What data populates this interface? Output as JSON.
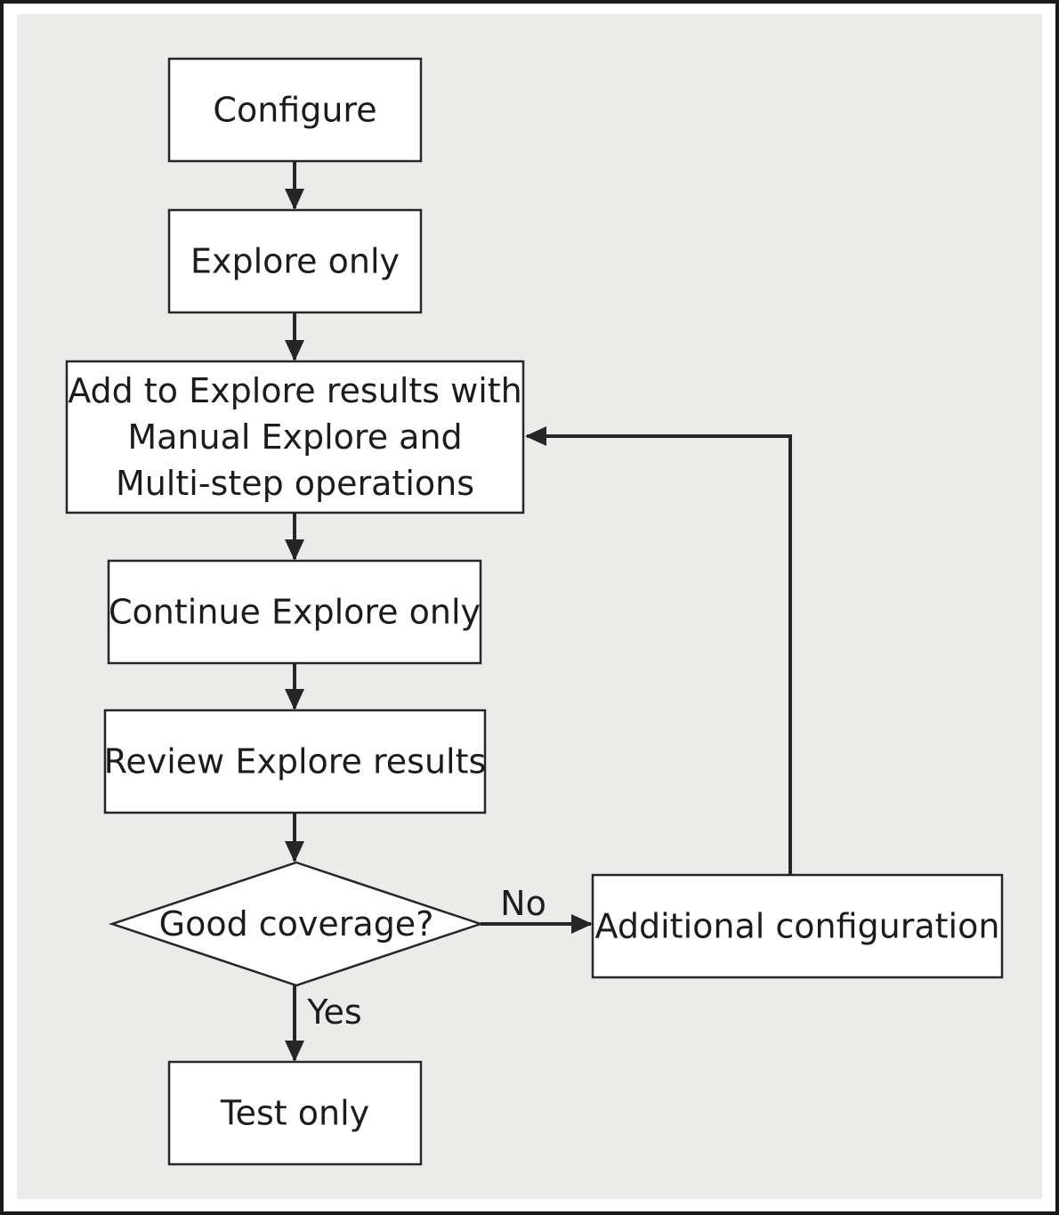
{
  "diagram": {
    "type": "flowchart",
    "nodes": [
      {
        "id": "configure",
        "shape": "box",
        "lines": [
          "Configure"
        ]
      },
      {
        "id": "explore-only",
        "shape": "box",
        "lines": [
          "Explore only"
        ]
      },
      {
        "id": "add-to-explore",
        "shape": "box",
        "lines": [
          "Add to Explore results with",
          "Manual Explore and",
          "Multi-step operations"
        ]
      },
      {
        "id": "continue-explore",
        "shape": "box",
        "lines": [
          "Continue Explore only"
        ]
      },
      {
        "id": "review-explore",
        "shape": "box",
        "lines": [
          "Review Explore results"
        ]
      },
      {
        "id": "good-coverage",
        "shape": "diamond",
        "lines": [
          "Good coverage?"
        ]
      },
      {
        "id": "additional-config",
        "shape": "box",
        "lines": [
          "Additional configuration"
        ]
      },
      {
        "id": "test-only",
        "shape": "box",
        "lines": [
          "Test only"
        ]
      }
    ],
    "edges": [
      {
        "from": "configure",
        "to": "explore-only",
        "label": ""
      },
      {
        "from": "explore-only",
        "to": "add-to-explore",
        "label": ""
      },
      {
        "from": "add-to-explore",
        "to": "continue-explore",
        "label": ""
      },
      {
        "from": "continue-explore",
        "to": "review-explore",
        "label": ""
      },
      {
        "from": "review-explore",
        "to": "good-coverage",
        "label": ""
      },
      {
        "from": "good-coverage",
        "to": "additional-config",
        "label": "No"
      },
      {
        "from": "good-coverage",
        "to": "test-only",
        "label": "Yes"
      },
      {
        "from": "additional-config",
        "to": "add-to-explore",
        "label": ""
      }
    ]
  },
  "colors": {
    "background": "#ebecea",
    "frame": "#1a1a1a",
    "node_fill": "#ffffff",
    "stroke": "#262626"
  }
}
